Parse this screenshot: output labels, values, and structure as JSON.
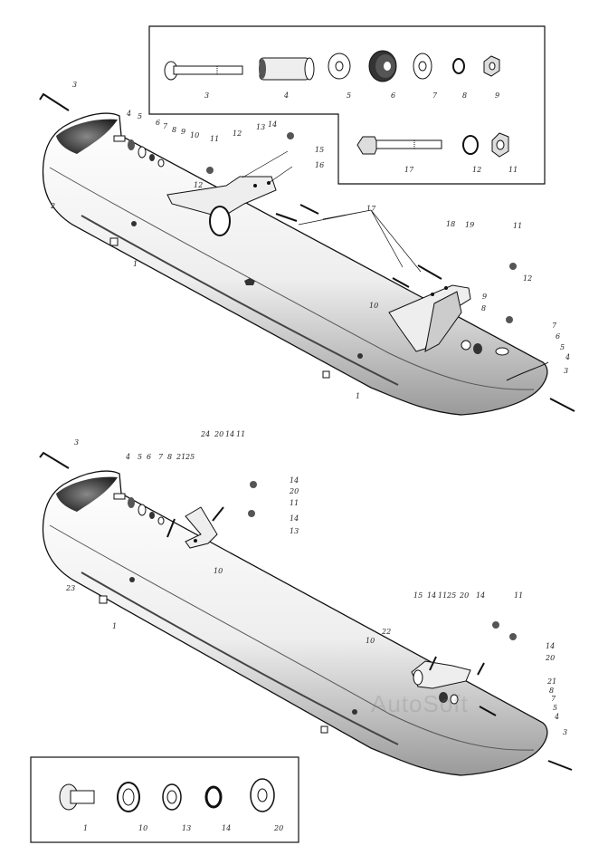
{
  "watermark": "AutoSoft",
  "top_inset": {
    "row1": [
      "3",
      "4",
      "5",
      "6",
      "7",
      "8",
      "9"
    ],
    "row2": [
      "17",
      "12",
      "11"
    ]
  },
  "top_assembly": {
    "labels": [
      "3",
      "4",
      "5",
      "6",
      "7",
      "8",
      "9",
      "10",
      "2",
      "1",
      "11",
      "12",
      "13",
      "14",
      "15",
      "16",
      "17",
      "18",
      "19",
      "12",
      "11",
      "1",
      "3",
      "7",
      "6",
      "5",
      "4",
      "12",
      "8",
      "9",
      "10"
    ]
  },
  "bottom_assembly": {
    "labels": [
      "3",
      "4",
      "5",
      "6",
      "7",
      "8",
      "21",
      "25",
      "24",
      "20",
      "14",
      "11",
      "14",
      "20",
      "11",
      "14",
      "13",
      "23",
      "10",
      "1",
      "15",
      "14",
      "11",
      "25",
      "20",
      "14",
      "11",
      "22",
      "10",
      "14",
      "20",
      "21",
      "8",
      "7",
      "5",
      "4",
      "3"
    ]
  },
  "bottom_inset": {
    "labels": [
      "1",
      "10",
      "13",
      "14",
      "20"
    ]
  }
}
